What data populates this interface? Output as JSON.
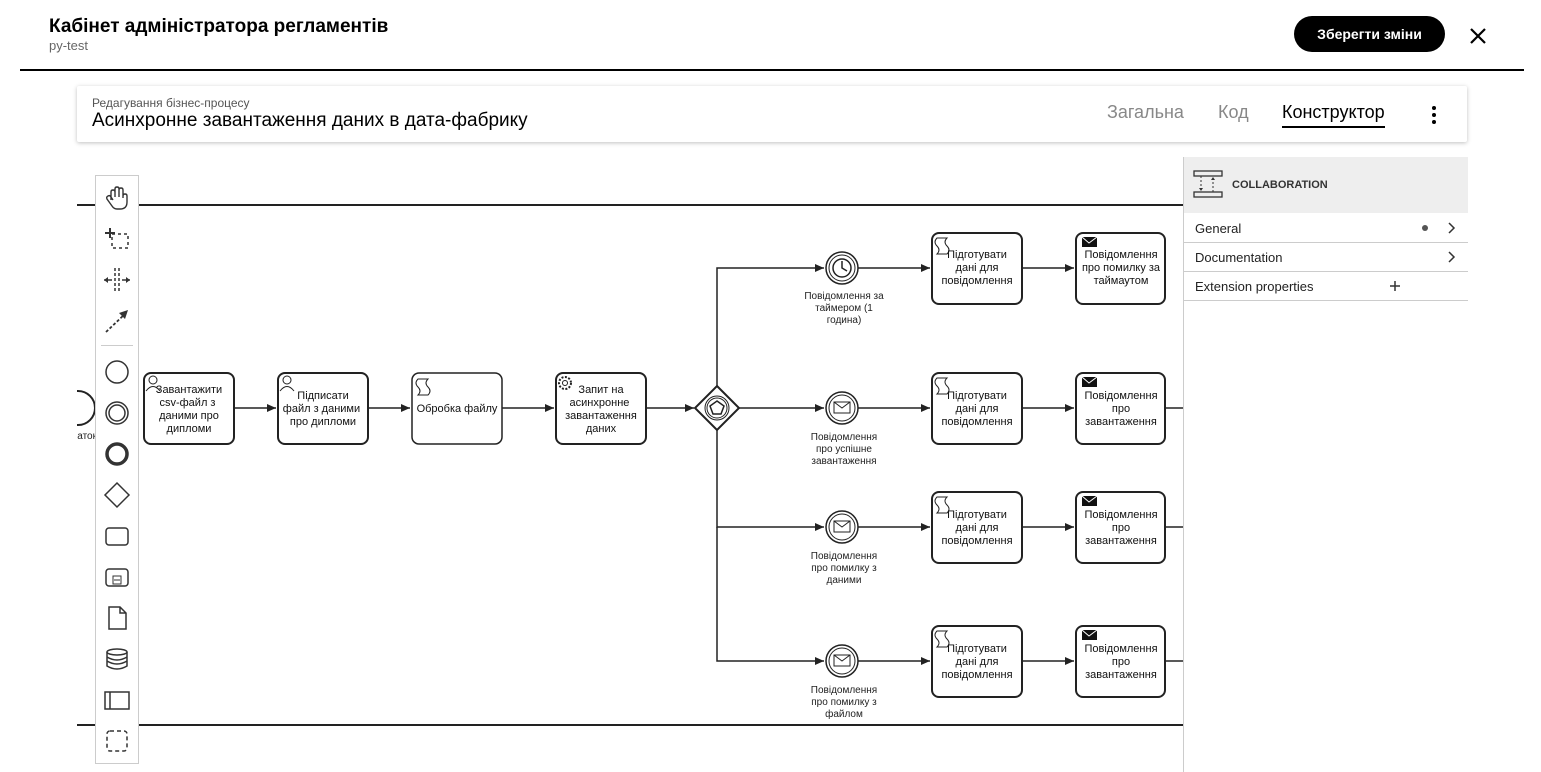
{
  "app": {
    "title": "Кабінет адміністратора регламентів",
    "subtitle": "py-test",
    "save_label": "Зберегти зміни"
  },
  "process": {
    "edit_label": "Редагування бізнес-процесу",
    "name": "Асинхронне завантаження даних в дата-фабрику",
    "tabs": [
      {
        "label": "Загальна",
        "active": false
      },
      {
        "label": "Код",
        "active": false
      },
      {
        "label": "Конструктор",
        "active": true
      }
    ]
  },
  "palette": {
    "tools": [
      "hand-tool-icon",
      "lasso-tool-icon",
      "space-tool-icon",
      "connect-tool-icon",
      "start-event-icon",
      "intermediate-event-icon",
      "end-event-icon",
      "gateway-icon",
      "task-icon",
      "subprocess-icon",
      "data-object-icon",
      "data-store-icon",
      "pool-icon",
      "group-icon"
    ]
  },
  "diagram": {
    "start_label": "Початок",
    "tasks": {
      "upload": "Завантажити csv-файл з даними про дипломи",
      "sign": "Підписати файл з даними про дипломи",
      "process": "Обробка файлу",
      "request": "Запит на асинхронне завантаження даних"
    },
    "branches": [
      {
        "event": "Повідомлення за таймером (1 година)",
        "prepare": "Підготувати дані для повідомлення",
        "notify": "Повідомлення про помилку за таймаутом"
      },
      {
        "event": "Повідомлення про успішне завантаження",
        "prepare": "Підготувати дані для повідомлення",
        "notify": "Повідомлення про завантаження"
      },
      {
        "event": "Повідомлення про помилку з даними",
        "prepare": "Підготувати дані для повідомлення",
        "notify": "Повідомлення про завантаження"
      },
      {
        "event": "Повідомлення про помилку з файлом",
        "prepare": "Підготувати дані для повідомлення",
        "notify": "Повідомлення про завантаження"
      }
    ]
  },
  "properties": {
    "element_type": "COLLABORATION",
    "sections": [
      {
        "label": "General",
        "dot": true,
        "action": "chevron"
      },
      {
        "label": "Documentation",
        "dot": false,
        "action": "chevron"
      },
      {
        "label": "Extension properties",
        "dot": false,
        "action": "plus"
      }
    ]
  }
}
